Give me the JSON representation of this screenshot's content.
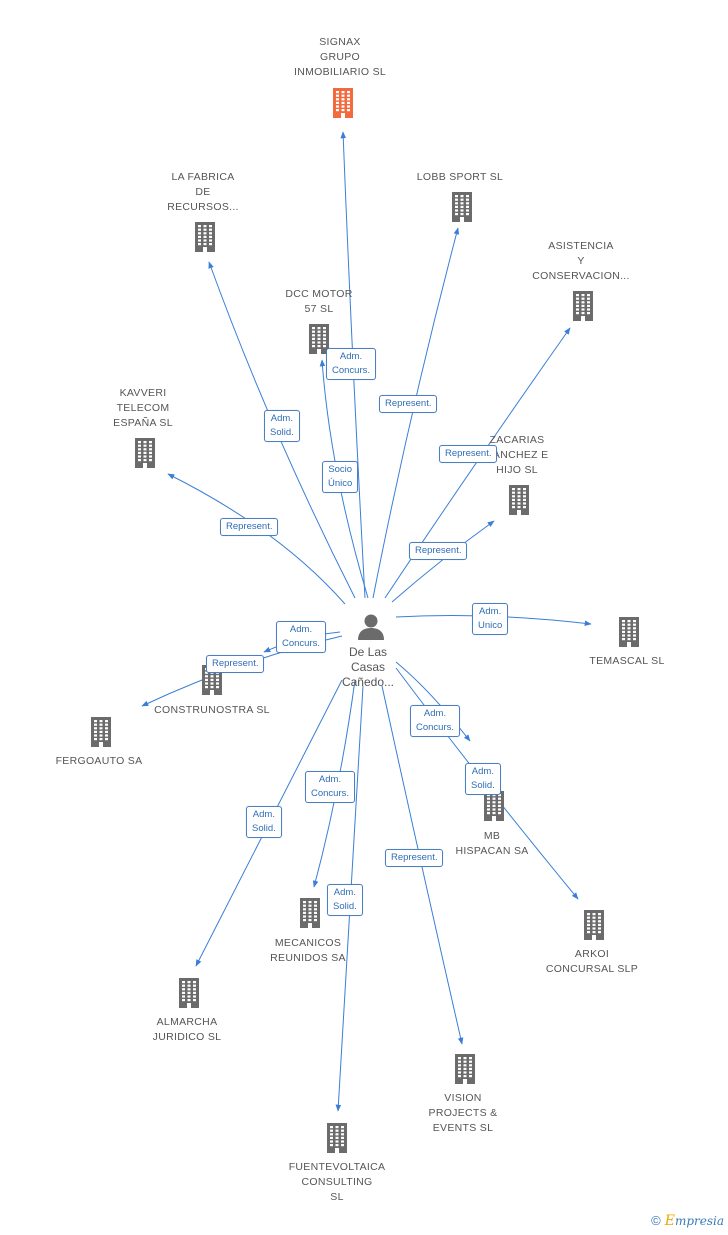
{
  "center": {
    "label": "De Las\nCasas\nCañedo...",
    "icon": "person-icon"
  },
  "companies": [
    {
      "id": "signax",
      "label": "SIGNAX\nGRUPO\nINMOBILIARIO SL",
      "highlight": true
    },
    {
      "id": "lafabrica",
      "label": "LA FABRICA\nDE\nRECURSOS..."
    },
    {
      "id": "lobb",
      "label": "LOBB SPORT SL"
    },
    {
      "id": "asistencia",
      "label": "ASISTENCIA\nY\nCONSERVACION..."
    },
    {
      "id": "dcc",
      "label": "DCC MOTOR\n57 SL"
    },
    {
      "id": "kavveri",
      "label": "KAVVERI\nTELECOM\nESPAÑA SL"
    },
    {
      "id": "zacarias",
      "label": "ZACARIAS\nSANCHEZ E\nHIJO SL"
    },
    {
      "id": "temascal",
      "label": "TEMASCAL SL"
    },
    {
      "id": "construnostra",
      "label": "CONSTRUNOSTRA SL"
    },
    {
      "id": "fergoauto",
      "label": "FERGOAUTO SA"
    },
    {
      "id": "mb",
      "label": "MB\nHISPACAN SA"
    },
    {
      "id": "arkoi",
      "label": "ARKOI\nCONCURSAL SLP"
    },
    {
      "id": "mecanicos",
      "label": "MECANICOS\nREUNIDOS SA"
    },
    {
      "id": "almarcha",
      "label": "ALMARCHA\nJURIDICO SL"
    },
    {
      "id": "vision",
      "label": "VISION\nPROJECTS &\nEVENTS SL"
    },
    {
      "id": "fuente",
      "label": "FUENTEVOLTAICA\nCONSULTING\nSL"
    }
  ],
  "edges": [
    {
      "to": "signax",
      "label": "Adm.\nConcurs."
    },
    {
      "to": "lafabrica",
      "label": "Adm.\nSolid."
    },
    {
      "to": "lobb",
      "label": "Represent."
    },
    {
      "to": "asistencia",
      "label": "Represent."
    },
    {
      "to": "dcc",
      "label": "Socio\nÚnico"
    },
    {
      "to": "kavveri",
      "label": "Represent."
    },
    {
      "to": "zacarias",
      "label": "Represent."
    },
    {
      "to": "temascal",
      "label": "Adm.\nUnico"
    },
    {
      "to": "construnostra",
      "label": "Adm.\nConcurs."
    },
    {
      "to": "fergoauto",
      "label": "Represent."
    },
    {
      "to": "mb",
      "label": "Adm.\nConcurs."
    },
    {
      "to": "arkoi",
      "label": "Adm.\nSolid."
    },
    {
      "to": "mecanicos",
      "label": "Adm.\nConcurs."
    },
    {
      "to": "almarcha",
      "label": "Adm.\nSolid."
    },
    {
      "to": "vision",
      "label": "Represent."
    },
    {
      "to": "fuente",
      "label": "Adm.\nSolid."
    }
  ],
  "colors": {
    "edge": "#3a7fd5",
    "building": "#6b6b6b",
    "highlight": "#f26a3d",
    "label": "#555555"
  },
  "brand": {
    "copyright": "©",
    "name": "mpresia",
    "initial": "E"
  }
}
